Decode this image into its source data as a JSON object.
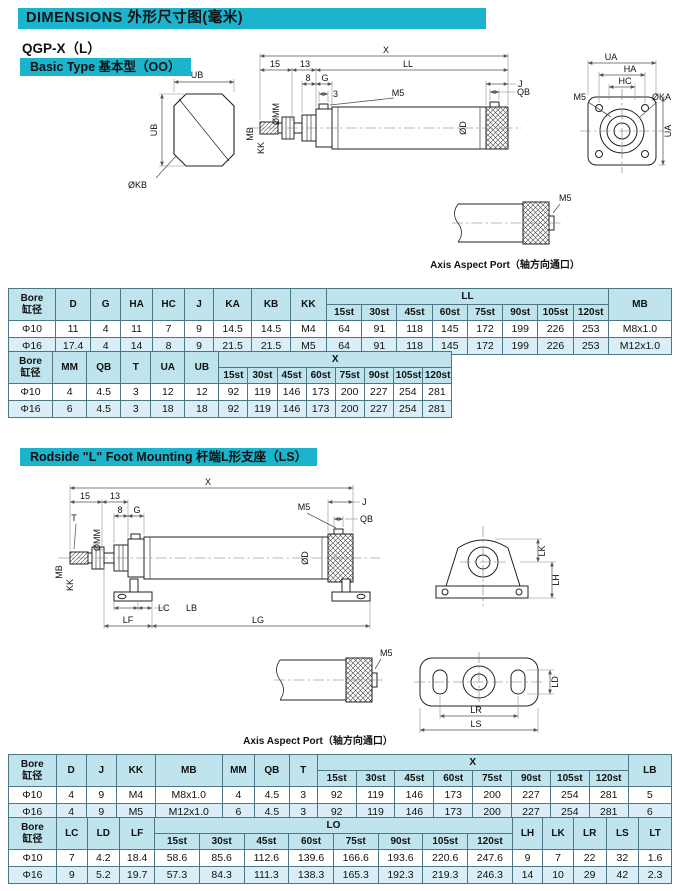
{
  "colors": {
    "accent": "#1cb4cd",
    "table_header_bg": "#bfe4ee",
    "table_row_alt_bg": "#d9eef6"
  },
  "headers": {
    "title": "DIMENSIONS 外形尺寸图(毫米)",
    "model": "QGP-X（L）",
    "basic_section": "Basic Type 基本型（OO）",
    "foot_section": "Rodside \"L\" Foot Mounting 杆端L形支座（LS）",
    "axis_port_caption": "Axis Aspect Port（轴方向通口）"
  },
  "drawing_basic": {
    "x": "X",
    "ll": "LL",
    "d15": "15",
    "d13": "13",
    "d8": "8",
    "g": "G",
    "d3": "3",
    "j": "J",
    "qb": "QB",
    "m5": "M5",
    "ub": "UB",
    "kb": "ØKB",
    "mb": "MB",
    "kk": "KK",
    "mm": "ØMM",
    "d": "ØD",
    "ua": "UA",
    "ha": "HA",
    "hc": "HC",
    "ka": "ØKA"
  },
  "drawing_foot": {
    "x": "X",
    "d15": "15",
    "d13": "13",
    "d8": "8",
    "g": "G",
    "j": "J",
    "qb": "QB",
    "m5": "M5",
    "t": "T",
    "mb": "MB",
    "kk": "KK",
    "mm": "ØMM",
    "d": "ØD",
    "lc": "LC",
    "lb": "LB",
    "lf": "LF",
    "lg": "LG",
    "lk": "LK",
    "lh": "LH",
    "lr": "LR",
    "ls": "LS",
    "ld": "LD"
  },
  "tables": {
    "t1": {
      "w": [
        44,
        33,
        28,
        30,
        30,
        27,
        36,
        36,
        34,
        33,
        33,
        33,
        33,
        33,
        33,
        33,
        33,
        59
      ],
      "head": [
        [
          {
            "t": "Bore\n缸径",
            "rs": 2
          },
          {
            "t": "D",
            "rs": 2
          },
          {
            "t": "G",
            "rs": 2
          },
          {
            "t": "HA",
            "rs": 2
          },
          {
            "t": "HC",
            "rs": 2
          },
          {
            "t": "J",
            "rs": 2
          },
          {
            "t": "KA",
            "rs": 2
          },
          {
            "t": "KB",
            "rs": 2
          },
          {
            "t": "KK",
            "rs": 2
          },
          {
            "t": "LL",
            "cs": 8
          },
          {
            "t": "MB",
            "rs": 2
          }
        ],
        [
          {
            "t": "15st"
          },
          {
            "t": "30st"
          },
          {
            "t": "45st"
          },
          {
            "t": "60st"
          },
          {
            "t": "75st"
          },
          {
            "t": "90st"
          },
          {
            "t": "105st"
          },
          {
            "t": "120st"
          }
        ]
      ],
      "rows": [
        [
          "Φ10",
          "11",
          "4",
          "11",
          "7",
          "9",
          "14.5",
          "14.5",
          "M4",
          "64",
          "91",
          "118",
          "145",
          "172",
          "199",
          "226",
          "253",
          "M8x1.0"
        ],
        [
          "Φ16",
          "17.4",
          "4",
          "14",
          "8",
          "9",
          "21.5",
          "21.5",
          "M5",
          "64",
          "91",
          "118",
          "145",
          "172",
          "199",
          "226",
          "253",
          "M12x1.0"
        ]
      ]
    },
    "t2": {
      "w": [
        44,
        34,
        34,
        30,
        34,
        34,
        29,
        29,
        29,
        29,
        29,
        29,
        29,
        29
      ],
      "head": [
        [
          {
            "t": "Bore\n缸径",
            "rs": 2
          },
          {
            "t": "MM",
            "rs": 2
          },
          {
            "t": "QB",
            "rs": 2
          },
          {
            "t": "T",
            "rs": 2
          },
          {
            "t": "UA",
            "rs": 2
          },
          {
            "t": "UB",
            "rs": 2
          },
          {
            "t": "X",
            "cs": 8
          }
        ],
        [
          {
            "t": "15st"
          },
          {
            "t": "30st"
          },
          {
            "t": "45st"
          },
          {
            "t": "60st"
          },
          {
            "t": "75st"
          },
          {
            "t": "90st"
          },
          {
            "t": "105st"
          },
          {
            "t": "120st"
          }
        ]
      ],
      "rows": [
        [
          "Φ10",
          "4",
          "4.5",
          "3",
          "12",
          "12",
          "92",
          "119",
          "146",
          "173",
          "200",
          "227",
          "254",
          "281"
        ],
        [
          "Φ16",
          "6",
          "4.5",
          "3",
          "18",
          "18",
          "92",
          "119",
          "146",
          "173",
          "200",
          "227",
          "254",
          "281"
        ]
      ]
    },
    "t3": {
      "w": [
        44,
        28,
        28,
        36,
        62,
        30,
        32,
        26,
        36,
        36,
        36,
        36,
        36,
        36,
        36,
        36,
        40
      ],
      "head": [
        [
          {
            "t": "Bore\n缸径",
            "rs": 2
          },
          {
            "t": "D",
            "rs": 2
          },
          {
            "t": "J",
            "rs": 2
          },
          {
            "t": "KK",
            "rs": 2
          },
          {
            "t": "MB",
            "rs": 2
          },
          {
            "t": "MM",
            "rs": 2
          },
          {
            "t": "QB",
            "rs": 2
          },
          {
            "t": "T",
            "rs": 2
          },
          {
            "t": "X",
            "cs": 8
          },
          {
            "t": "LB",
            "rs": 2
          }
        ],
        [
          {
            "t": "15st"
          },
          {
            "t": "30st"
          },
          {
            "t": "45st"
          },
          {
            "t": "60st"
          },
          {
            "t": "75st"
          },
          {
            "t": "90st"
          },
          {
            "t": "105st"
          },
          {
            "t": "120st"
          }
        ]
      ],
      "rows": [
        [
          "Φ10",
          "4",
          "9",
          "M4",
          "M8x1.0",
          "4",
          "4.5",
          "3",
          "92",
          "119",
          "146",
          "173",
          "200",
          "227",
          "254",
          "281",
          "5"
        ],
        [
          "Φ16",
          "4",
          "9",
          "M5",
          "M12x1.0",
          "6",
          "4.5",
          "3",
          "92",
          "119",
          "146",
          "173",
          "200",
          "227",
          "254",
          "281",
          "6"
        ]
      ]
    },
    "t4": {
      "w": [
        44,
        28,
        30,
        32,
        41,
        41,
        41,
        41,
        41,
        41,
        41,
        41,
        28,
        28,
        30,
        30,
        30
      ],
      "head": [
        [
          {
            "t": "Bore\n缸径",
            "rs": 2
          },
          {
            "t": "LC",
            "rs": 2
          },
          {
            "t": "LD",
            "rs": 2
          },
          {
            "t": "LF",
            "rs": 2
          },
          {
            "t": "LO",
            "cs": 8
          },
          {
            "t": "LH",
            "rs": 2
          },
          {
            "t": "LK",
            "rs": 2
          },
          {
            "t": "LR",
            "rs": 2
          },
          {
            "t": "LS",
            "rs": 2
          },
          {
            "t": "LT",
            "rs": 2
          }
        ],
        [
          {
            "t": "15st"
          },
          {
            "t": "30st"
          },
          {
            "t": "45st"
          },
          {
            "t": "60st"
          },
          {
            "t": "75st"
          },
          {
            "t": "90st"
          },
          {
            "t": "105st"
          },
          {
            "t": "120st"
          }
        ]
      ],
      "rows": [
        [
          "Φ10",
          "7",
          "4.2",
          "18.4",
          "58.6",
          "85.6",
          "112.6",
          "139.6",
          "166.6",
          "193.6",
          "220.6",
          "247.6",
          "9",
          "7",
          "22",
          "32",
          "1.6"
        ],
        [
          "Φ16",
          "9",
          "5.2",
          "19.7",
          "57.3",
          "84.3",
          "111.3",
          "138.3",
          "165.3",
          "192.3",
          "219.3",
          "246.3",
          "14",
          "10",
          "29",
          "42",
          "2.3"
        ]
      ]
    }
  }
}
